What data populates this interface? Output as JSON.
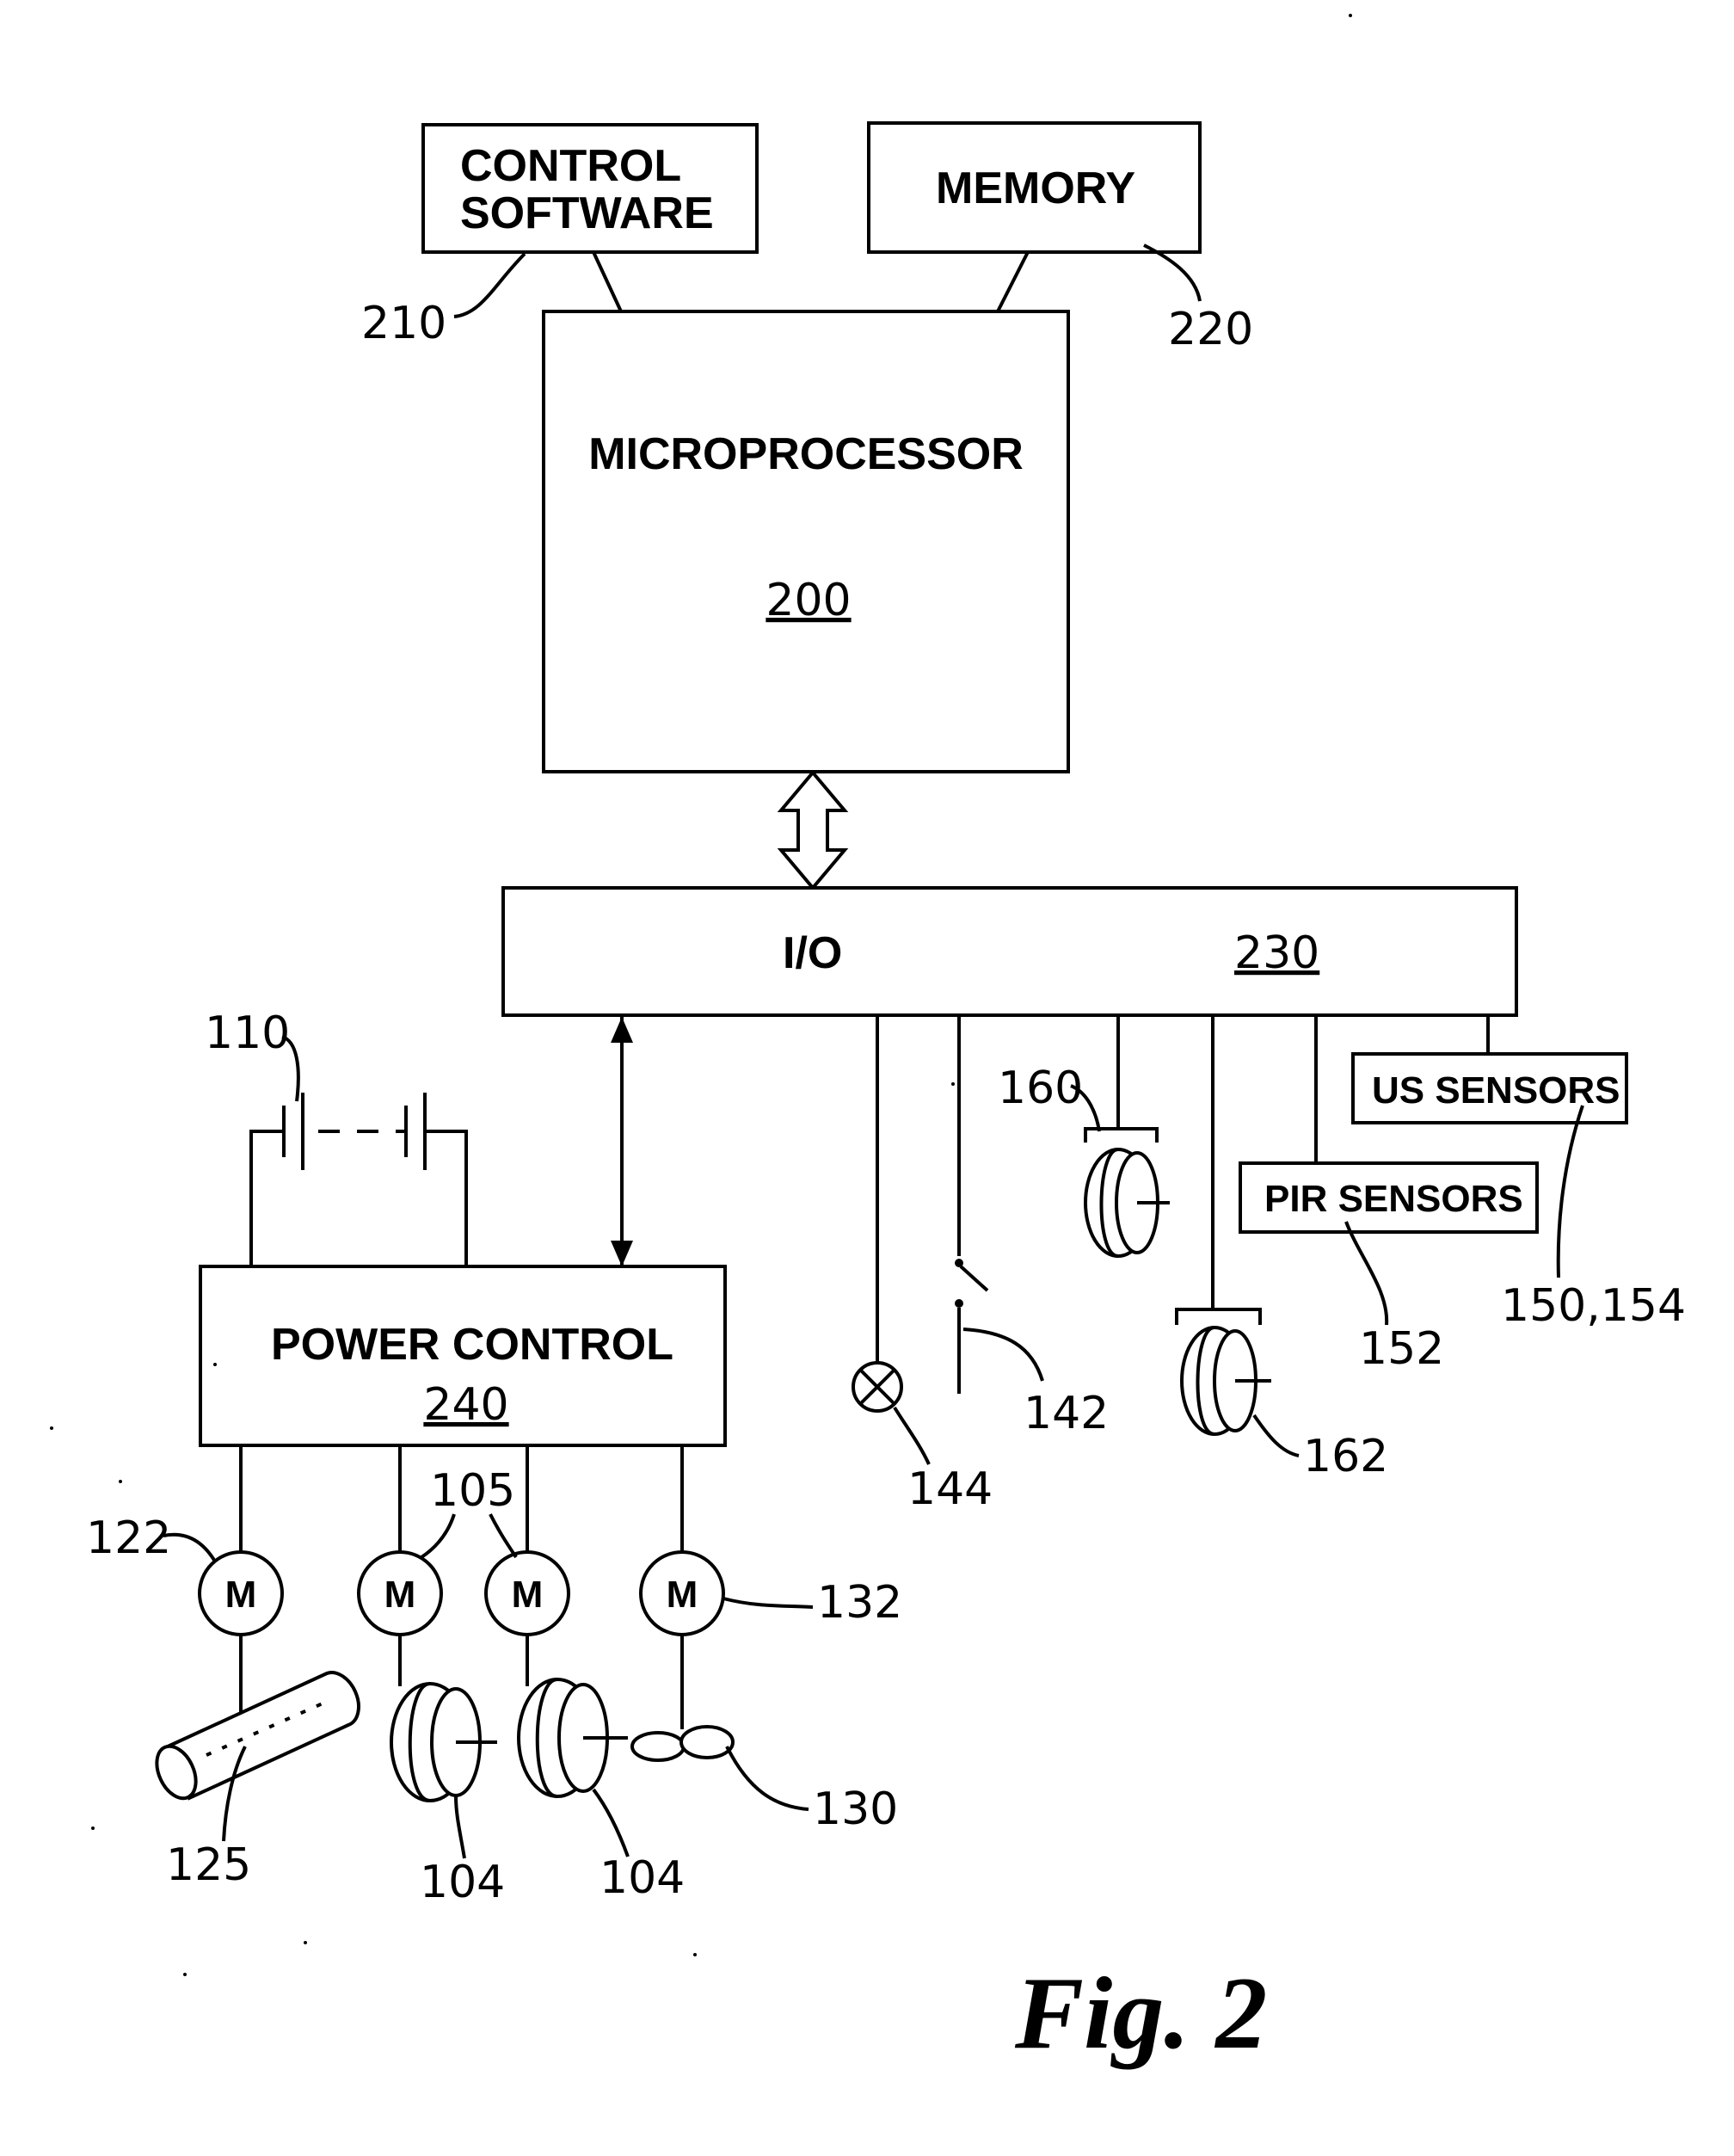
{
  "blocks": {
    "control_software": {
      "line1": "CONTROL",
      "line2": "SOFTWARE",
      "ref": "210"
    },
    "memory": {
      "label": "MEMORY",
      "ref": "220"
    },
    "microprocessor": {
      "label": "MICROPROCESSOR",
      "ref": "200"
    },
    "io": {
      "label": "I/O",
      "ref": "230"
    },
    "power_control": {
      "label": "POWER CONTROL",
      "ref": "240"
    },
    "us_sensors": {
      "label": "US SENSORS",
      "ref": "150,154"
    },
    "pir_sensors": {
      "label": "PIR SENSORS",
      "ref": "152"
    }
  },
  "motors": {
    "symbol": "M",
    "brush_motor_ref": "122",
    "wheel_motors_ref": "105",
    "fan_motor_ref": "132"
  },
  "components": {
    "battery_ref": "110",
    "brush_ref": "125",
    "wheel_left_ref": "104",
    "wheel_right_ref": "104",
    "fan_ref": "130",
    "lamp_ref": "144",
    "switch_ref": "142",
    "encoder_upper_ref": "160",
    "encoder_lower_ref": "162"
  },
  "figure_label": "Fig. 2"
}
